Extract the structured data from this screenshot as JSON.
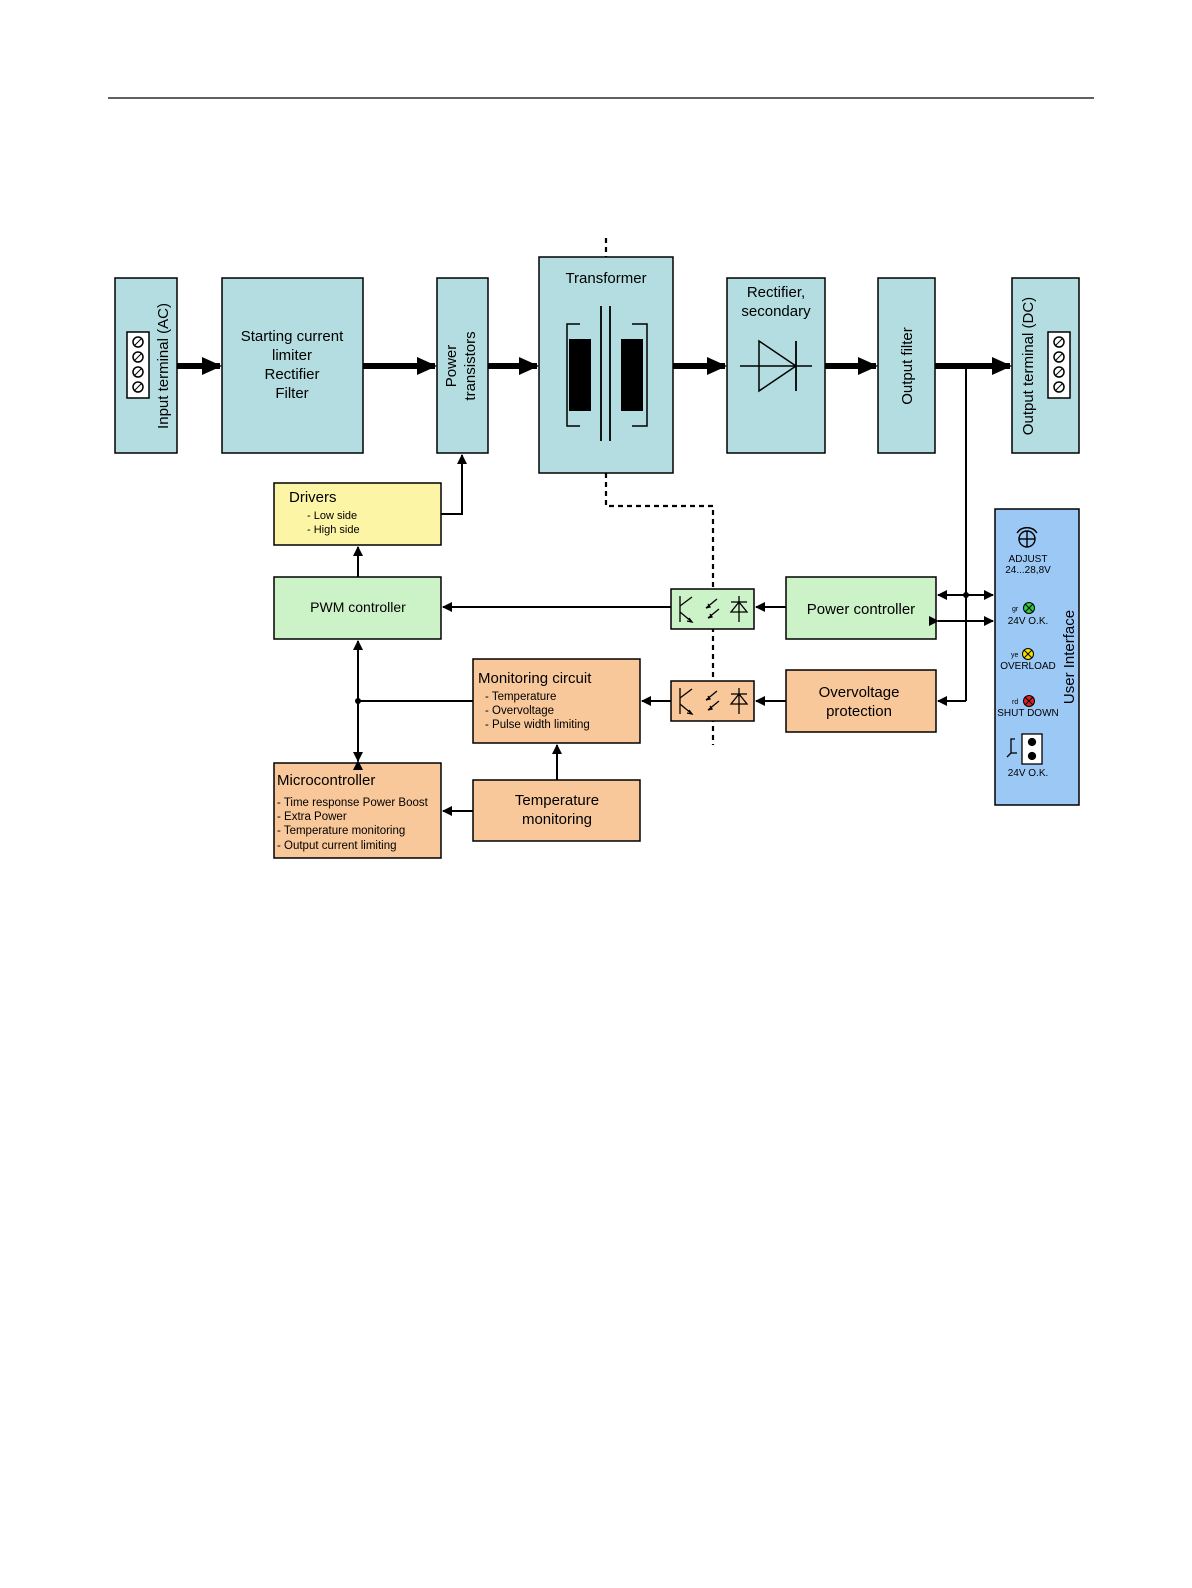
{
  "colors": {
    "blue": "#b3dde0",
    "green": "#ccf2c8",
    "yellow": "#fdf5a6",
    "orange": "#f9c89a",
    "ui_panel": "#9cc8f5",
    "line": "#000000"
  },
  "blocks": {
    "input_terminal": "Input terminal (AC)",
    "starting_current": [
      "Starting current",
      "limiter",
      "Rectifier",
      "Filter"
    ],
    "power_transistors": [
      "Power",
      "transistors"
    ],
    "transformer": "Transformer",
    "rectifier_secondary": [
      "Rectifier,",
      "secondary"
    ],
    "output_filter": "Output filter",
    "output_terminal": "Output terminal (DC)",
    "drivers": {
      "title": "Drivers",
      "items": [
        "- Low side",
        "- High side"
      ]
    },
    "pwm_controller": "PWM controller",
    "power_controller": "Power controller",
    "monitoring_circuit": {
      "title": "Monitoring circuit",
      "items": [
        "- Temperature",
        "- Overvoltage",
        "- Pulse width limiting"
      ]
    },
    "overvoltage_protection": [
      "Overvoltage",
      "protection"
    ],
    "microcontroller": {
      "title": "Microcontroller",
      "items": [
        "- Time response Power Boost",
        "- Extra Power",
        "- Temperature monitoring",
        "- Output current limiting"
      ]
    },
    "temperature_monitoring": [
      "Temperature",
      "monitoring"
    ]
  },
  "user_interface": {
    "title": "User Interface",
    "adjust_label": "ADJUST",
    "adjust_range": "24...28,8V",
    "led_green_tag": "gr",
    "led_green_label": "24V O.K.",
    "led_yellow_tag": "ye",
    "led_yellow_label": "OVERLOAD",
    "led_red_tag": "rd",
    "led_red_label": "SHUT DOWN",
    "relay_label": "24V O.K.",
    "led_colors": {
      "green": "#2ecc40",
      "yellow": "#f5e000",
      "red": "#e02020"
    }
  }
}
